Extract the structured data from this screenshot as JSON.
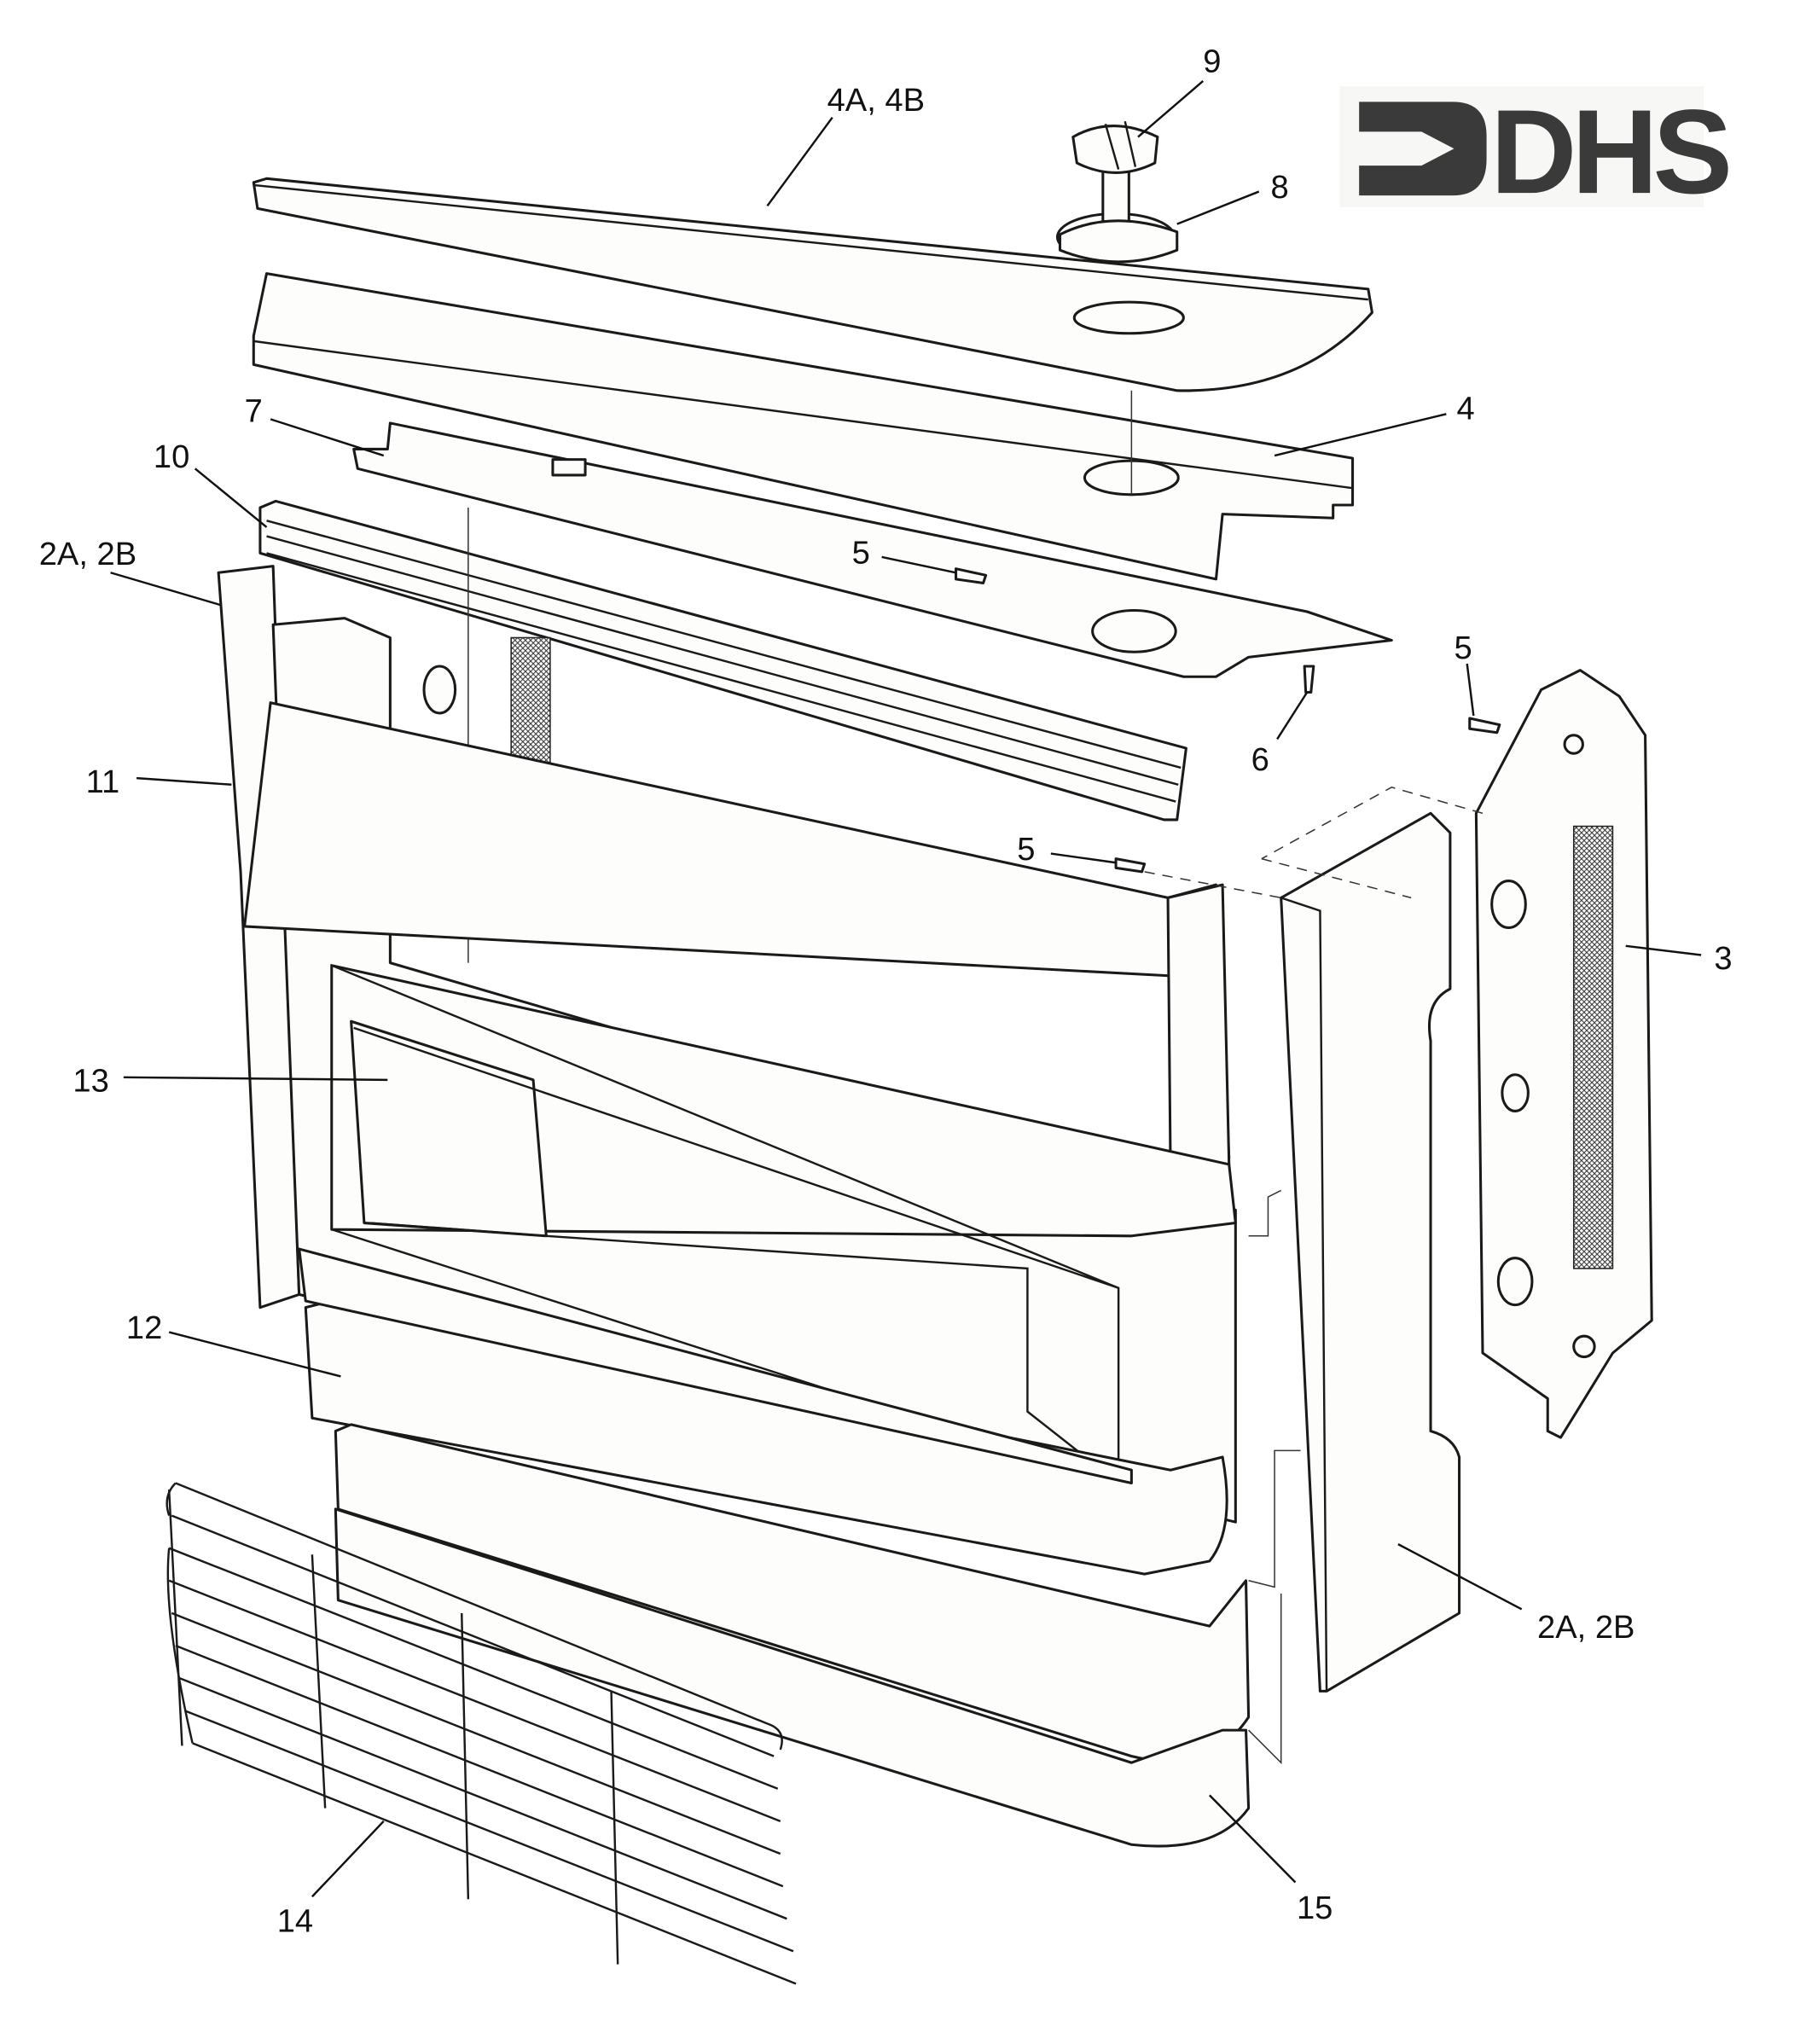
{
  "logo": {
    "text": "DHS"
  },
  "part_labels": {
    "part_4a_4b": "4A, 4B",
    "part_9": "9",
    "part_8": "8",
    "part_4": "4",
    "part_7": "7",
    "part_10": "10",
    "part_2a_2b_left": "2A, 2B",
    "part_5_top": "5",
    "part_5_right": "5",
    "part_6": "6",
    "part_11": "11",
    "part_5_mid": "5",
    "part_3": "3",
    "part_13": "13",
    "part_12": "12",
    "part_2a_2b_right": "2A, 2B",
    "part_15": "15",
    "part_14": "14"
  }
}
